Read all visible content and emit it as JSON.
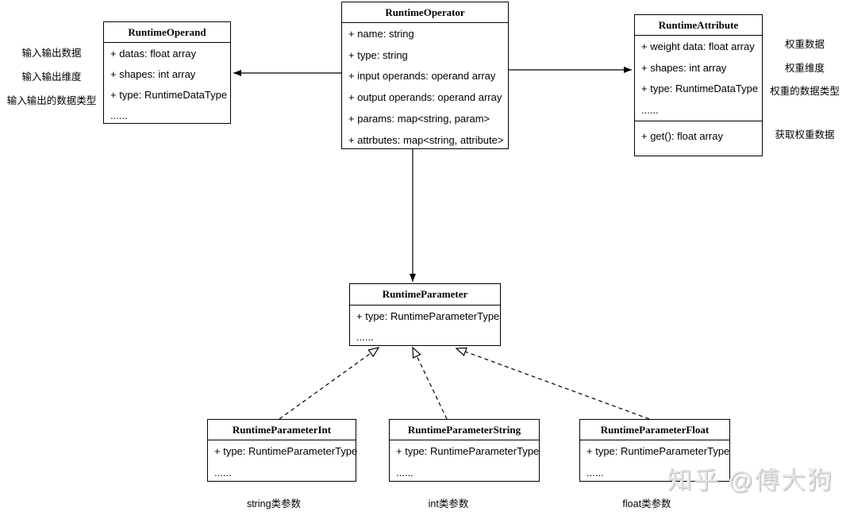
{
  "diagram": {
    "classes": {
      "operator": {
        "title": "RuntimeOperator",
        "attributes": [
          "+ name: string",
          "+ type: string",
          "+ input operands: operand array",
          "+ output operands: operand array",
          "+ params: map<string, param>",
          "+ attrbutes: map<string, attribute>"
        ]
      },
      "operand": {
        "title": "RuntimeOperand",
        "attributes": [
          "+ datas: float array",
          "+ shapes: int array",
          "+ type: RuntimeDataType",
          "......"
        ]
      },
      "attribute": {
        "title": "RuntimeAttribute",
        "attributes": [
          "+ weight data: float array",
          "+ shapes: int array",
          "+ type: RuntimeDataType",
          "......"
        ],
        "methods": [
          "+ get(): float array"
        ]
      },
      "parameter": {
        "title": "RuntimeParameter",
        "attributes": [
          "+ type: RuntimeParameterType",
          "......"
        ]
      },
      "parameter_int": {
        "title": "RuntimeParameterInt",
        "attributes": [
          "+ type: RuntimeParameterType",
          "......"
        ]
      },
      "parameter_string": {
        "title": "RuntimeParameterString",
        "attributes": [
          "+ type: RuntimeParameterType",
          "......"
        ]
      },
      "parameter_float": {
        "title": "RuntimeParameterFloat",
        "attributes": [
          "+ type: RuntimeParameterType",
          "......"
        ]
      }
    },
    "annotations": {
      "operand_left": [
        "输入输出数据",
        "输入输出维度",
        "输入输出的数据类型"
      ],
      "attribute_right": [
        "权重数据",
        "权重维度",
        "权重的数据类型",
        "获取权重数据"
      ],
      "bottom": [
        "string类参数",
        "int类参数",
        "float类参数"
      ]
    },
    "watermark": "知乎 @傅大狗",
    "colors": {
      "line": "#000000",
      "background": "#ffffff",
      "watermark": "#e3e3e3"
    }
  }
}
